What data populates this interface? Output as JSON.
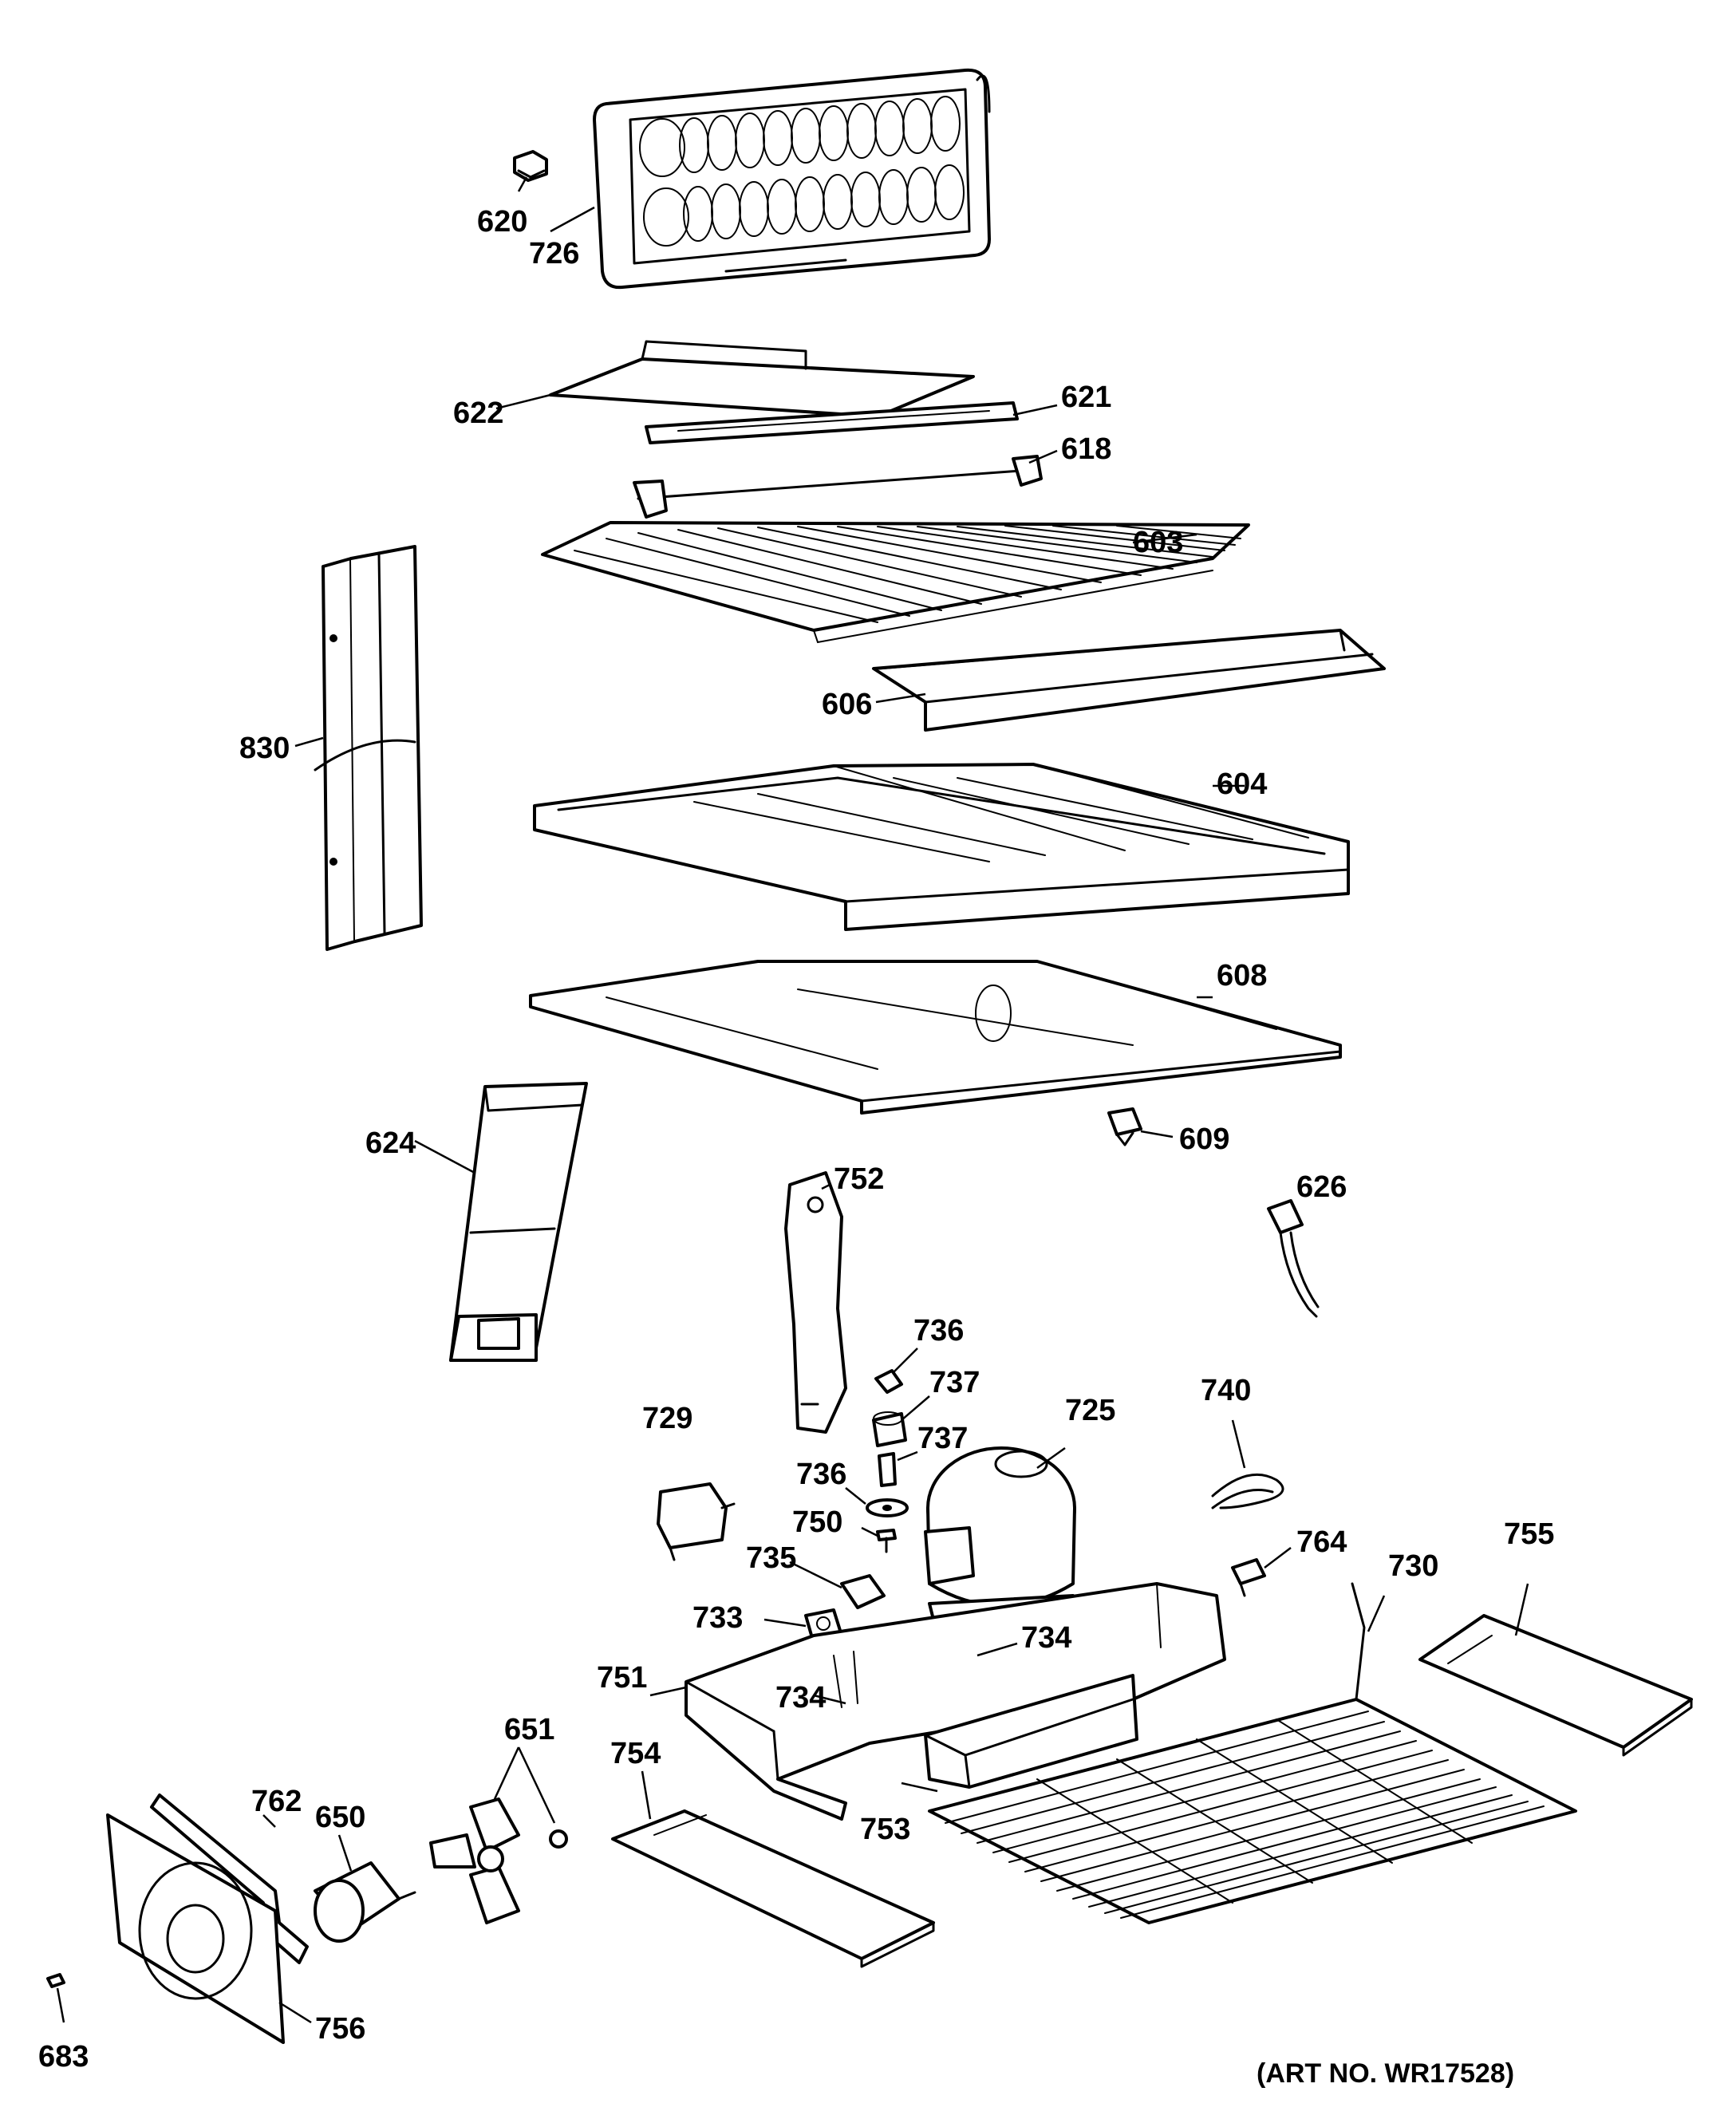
{
  "labels": {
    "p620": "620",
    "p726": "726",
    "p622": "622",
    "p621": "621",
    "p618": "618",
    "p603": "603",
    "p606": "606",
    "p830": "830",
    "p604": "604",
    "p608": "608",
    "p609": "609",
    "p624": "624",
    "p752": "752",
    "p626": "626",
    "p736a": "736",
    "p737a": "737",
    "p729": "729",
    "p737b": "737",
    "p725": "725",
    "p740": "740",
    "p736b": "736",
    "p750": "750",
    "p764": "764",
    "p735": "735",
    "p755": "755",
    "p730": "730",
    "p733": "733",
    "p734a": "734",
    "p751": "751",
    "p734b": "734",
    "p651": "651",
    "p762": "762",
    "p650": "650",
    "p754": "754",
    "p753": "753",
    "p756": "756",
    "p683": "683"
  },
  "caption": "(ART NO. WR17528)"
}
